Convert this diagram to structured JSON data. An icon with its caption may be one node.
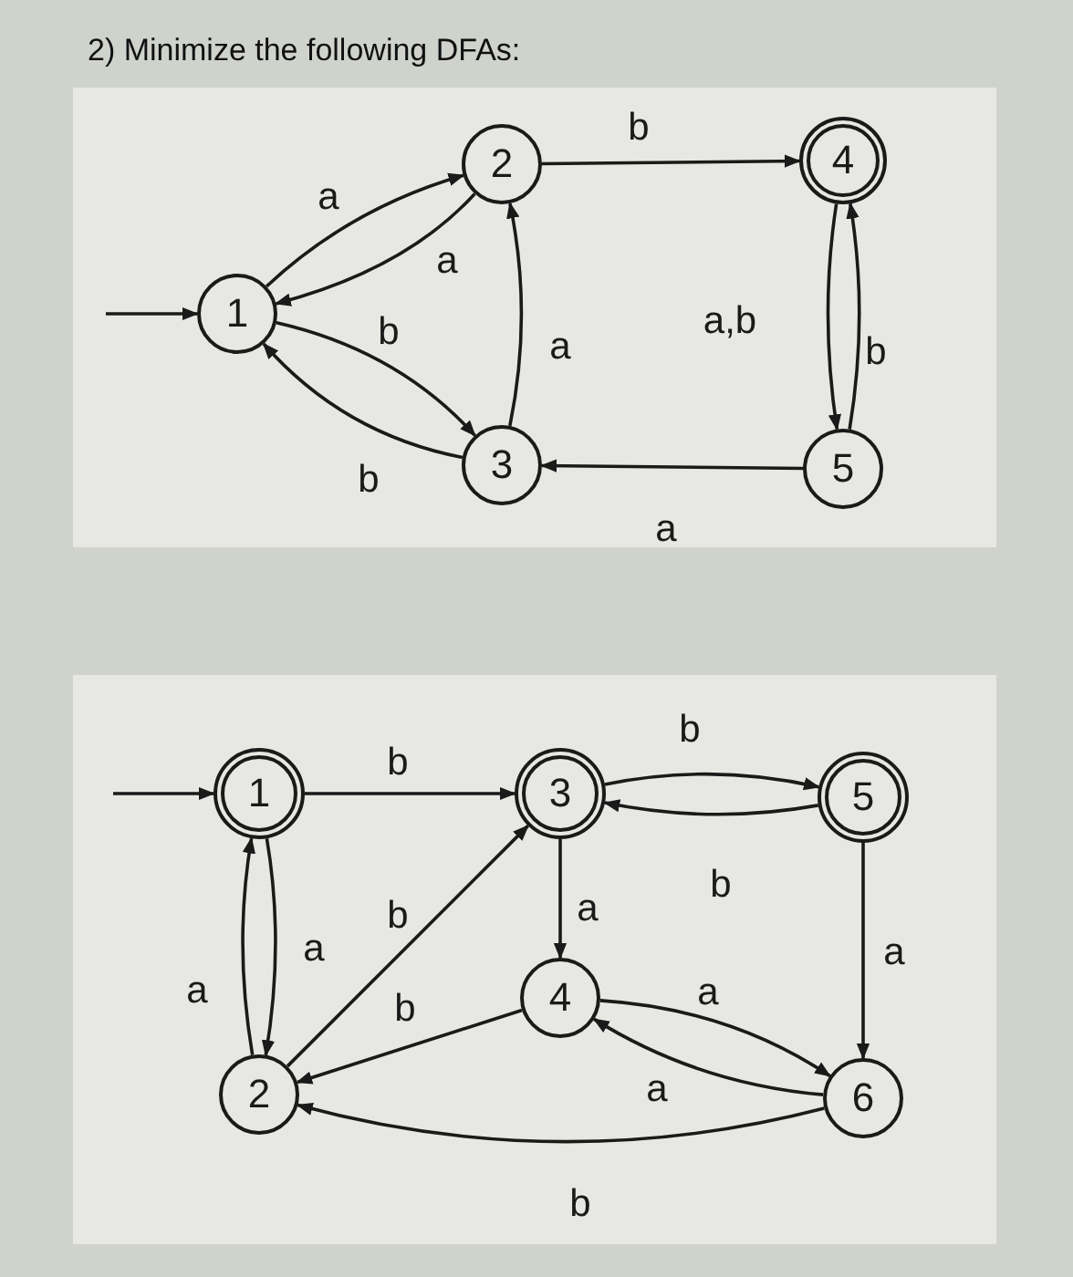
{
  "diagram": {
    "title": "2) Minimize the following DFAs:",
    "nodes": [
      {
        "text": [
          "1"
        ]
      },
      {
        "text": [
          "2"
        ]
      },
      {
        "text": [
          "3"
        ]
      },
      {
        "text": [
          "4"
        ]
      },
      {
        "text": [
          "5"
        ]
      },
      {
        "text": [
          "1"
        ]
      },
      {
        "text": [
          "2"
        ]
      },
      {
        "text": [
          "3"
        ]
      },
      {
        "text": [
          "4"
        ]
      },
      {
        "text": [
          "5"
        ]
      },
      {
        "text": [
          "6"
        ]
      }
    ],
    "edges": [
      {
        "from": null,
        "to": 0,
        "arrow": "to"
      },
      {
        "from": 0,
        "to": 1,
        "arrow": "to",
        "label": "a"
      },
      {
        "from": 1,
        "to": 0,
        "arrow": "to",
        "label": "a"
      },
      {
        "from": 0,
        "to": 2,
        "arrow": "to",
        "label": "b"
      },
      {
        "from": 2,
        "to": 0,
        "arrow": "to",
        "label": "b"
      },
      {
        "from": 2,
        "to": 1,
        "arrow": "to",
        "label": "a"
      },
      {
        "from": 1,
        "to": 3,
        "arrow": "to",
        "label": "b"
      },
      {
        "from": 3,
        "to": 4,
        "arrow": "to",
        "label": "a,b"
      },
      {
        "from": 4,
        "to": 3,
        "arrow": "to",
        "label": "b"
      },
      {
        "from": 4,
        "to": 2,
        "arrow": "to",
        "label": "a"
      },
      {
        "from": null,
        "to": 5,
        "arrow": "to"
      },
      {
        "from": 5,
        "to": 7,
        "arrow": "to",
        "label": "b"
      },
      {
        "from": 5,
        "to": 6,
        "arrow": "to",
        "label": "a"
      },
      {
        "from": 6,
        "to": 5,
        "arrow": "to",
        "label": "a"
      },
      {
        "from": 6,
        "to": 7,
        "arrow": "to",
        "label": "b"
      },
      {
        "from": 7,
        "to": 9,
        "arrow": "to",
        "label": "b"
      },
      {
        "from": 9,
        "to": 7,
        "arrow": "to",
        "label": "b"
      },
      {
        "from": 7,
        "to": 8,
        "arrow": "to",
        "label": "a"
      },
      {
        "from": 8,
        "to": 6,
        "arrow": "to",
        "label": "b"
      },
      {
        "from": 8,
        "to": 10,
        "arrow": "to",
        "label": "a"
      },
      {
        "from": 10,
        "to": 8,
        "arrow": "to",
        "label": "a"
      },
      {
        "from": 9,
        "to": 10,
        "arrow": "to",
        "label": "a"
      },
      {
        "from": 10,
        "to": 6,
        "arrow": "to",
        "label": "b"
      }
    ]
  }
}
